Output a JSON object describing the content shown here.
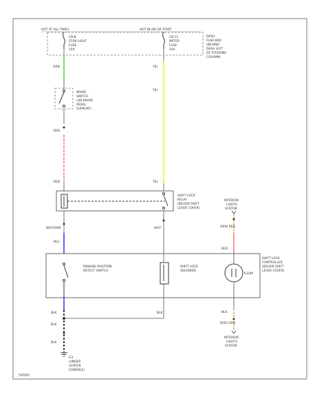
{
  "diagram_id": "54566",
  "fuse_box": {
    "left_header": "HOT AT ALL TIMES",
    "right_header": "HOT IN ON OR START",
    "fuse_left": [
      "CB-8",
      "STOP LIGHT",
      "FUSE",
      "10A"
    ],
    "fuse_right": [
      "CB-11",
      "METER",
      "FUSE",
      "10A"
    ],
    "location": [
      "DASH",
      "FUSE BOX",
      "(BEHIND",
      "DASH LEFT",
      "OF STEERING",
      "COLUMN)"
    ]
  },
  "brake_switch": [
    "BRAKE",
    "SWITCH",
    "(ON BRAKE",
    "PEDAL",
    "SUPPORT)"
  ],
  "relay": [
    "SHIFT LOCK",
    "RELAY",
    "(BELOW SHIFT",
    "LEVER COVER)"
  ],
  "interior_top": [
    "INTERIOR",
    "LIGHTS",
    "SYSTEM"
  ],
  "interior_bottom": [
    "INTERIOR",
    "LIGHTS",
    "SYSTEM"
  ],
  "controller": [
    "SHIFT LOCK",
    "CONTROLLER",
    "(BELOW SHIFT",
    "LEVER COVER)"
  ],
  "park_switch": [
    "PARKING POSITION",
    "DETECT SWITCH"
  ],
  "solenoid": [
    "SHIFT LOCK",
    "SOLENOID"
  ],
  "illumination_label": "ILLUM",
  "ground": [
    "G3",
    "(UNDER",
    "CENTER",
    "CONSOLE)"
  ],
  "wire_labels": {
    "grn": "GRN",
    "yel_upper": "YEL",
    "yel_mid": "YEL",
    "red_upper": "RED",
    "red_relay": "RED",
    "yel_relay": "YEL",
    "whtgrn": "WHT/GRN",
    "blu": "BLU",
    "wht": "WHT",
    "grnred": "GRN/ RED",
    "red_ctrl": "RED",
    "blk_ctrl": "BLK",
    "blk_left": "BLK",
    "blk_sol": "BLK",
    "blk_bot1": "BLK",
    "blk_bot2": "BLK",
    "redgrn": "RED/ GRN"
  },
  "colors": {
    "green": "#66dd44",
    "yellow": "#f0f055",
    "red": "#ff8888",
    "blue": "#4455ff",
    "orange": "#e8b060",
    "black": "#222222"
  }
}
